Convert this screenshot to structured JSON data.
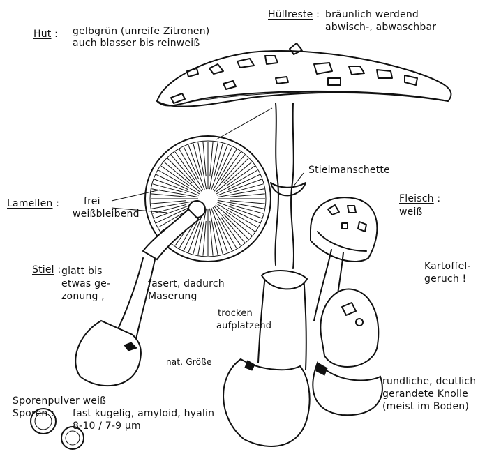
{
  "labels": {
    "hut_key": "Hut",
    "hut_colon": ":",
    "hut_line1": "gelbgrün (unreife Zitronen)",
    "hut_line2": "auch blasser bis reinweiß",
    "huellreste_key": "Hüllreste",
    "huellreste_colon": ":",
    "huellreste_line1": "bräunlich werdend",
    "huellreste_line2": "abwisch-, abwaschbar",
    "stielmanschette": "Stielmanschette",
    "lamellen_key": "Lamellen",
    "lamellen_colon": ":",
    "lamellen_line1": "frei",
    "lamellen_line2": "weißbleibend",
    "fleisch_key": "Fleisch",
    "fleisch_colon": ":",
    "fleisch_value": "weiß",
    "geruch_line1": "Kartoffel-",
    "geruch_line2": "geruch !",
    "stiel_key": "Stiel",
    "stiel_colon": ":",
    "stiel_line1": "glatt bis",
    "stiel_line2": "etwas ge-",
    "stiel_line3": "zonung ,",
    "stiel_line4": "fasert, dadurch",
    "stiel_line5": "Maserung",
    "trocken_line1": "trocken",
    "trocken_line2": "aufplatzend",
    "nat_groesse": "nat. Größe",
    "knolle_line1": "rundliche, deutlich",
    "knolle_line2": "gerandete Knolle",
    "knolle_line3": "(meist im Boden)",
    "sporenpulver": "Sporenpulver weiß",
    "sporen_key": "Sporen",
    "sporen_colon": ":",
    "sporen_line1": "fast kugelig, amyloid, hyalin",
    "sporen_line2": "8-10 / 7-9 µm"
  }
}
